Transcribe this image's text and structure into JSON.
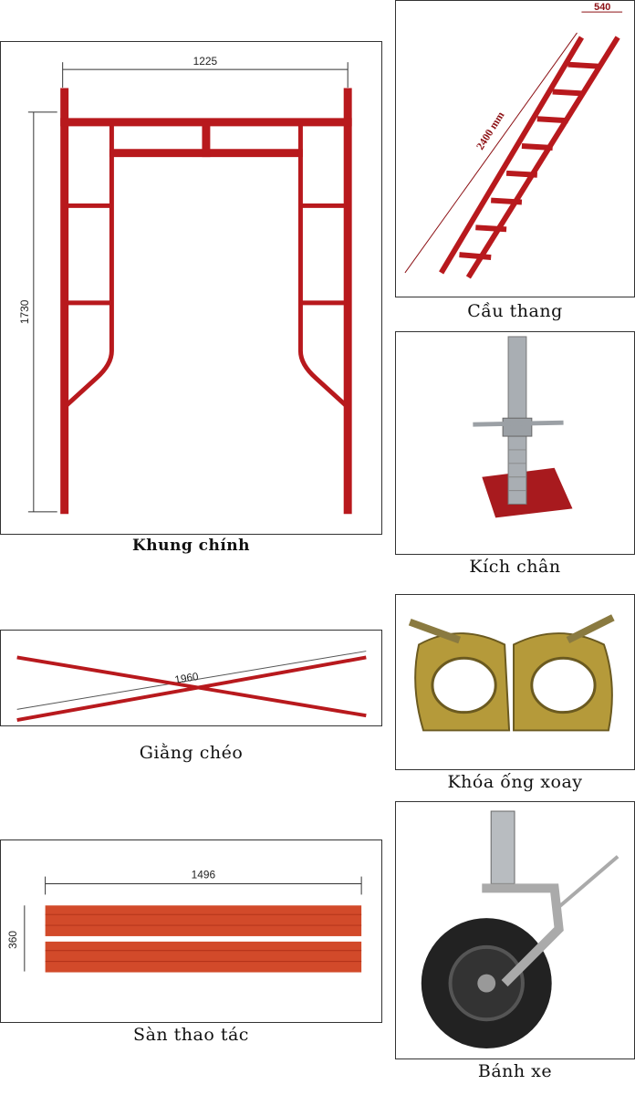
{
  "colors": {
    "steel_red": "#b8191d",
    "dark_red": "#8c1014",
    "galvanized": "#a9aeb3"
  },
  "items": [
    {
      "name": "Khung chính",
      "dims": {
        "width": "1225",
        "height": "1730"
      }
    },
    {
      "name": "Cầu thang",
      "dims": {
        "length": "2400 mm",
        "width": "540"
      }
    },
    {
      "name": "Kích chân"
    },
    {
      "name": "Giằng chéo",
      "dims": {
        "length": "1960"
      }
    },
    {
      "name": "Khóa ống xoay"
    },
    {
      "name": "Sàn thao tác",
      "dims": {
        "length": "1496",
        "width": "360"
      }
    },
    {
      "name": "Bánh xe"
    }
  ]
}
